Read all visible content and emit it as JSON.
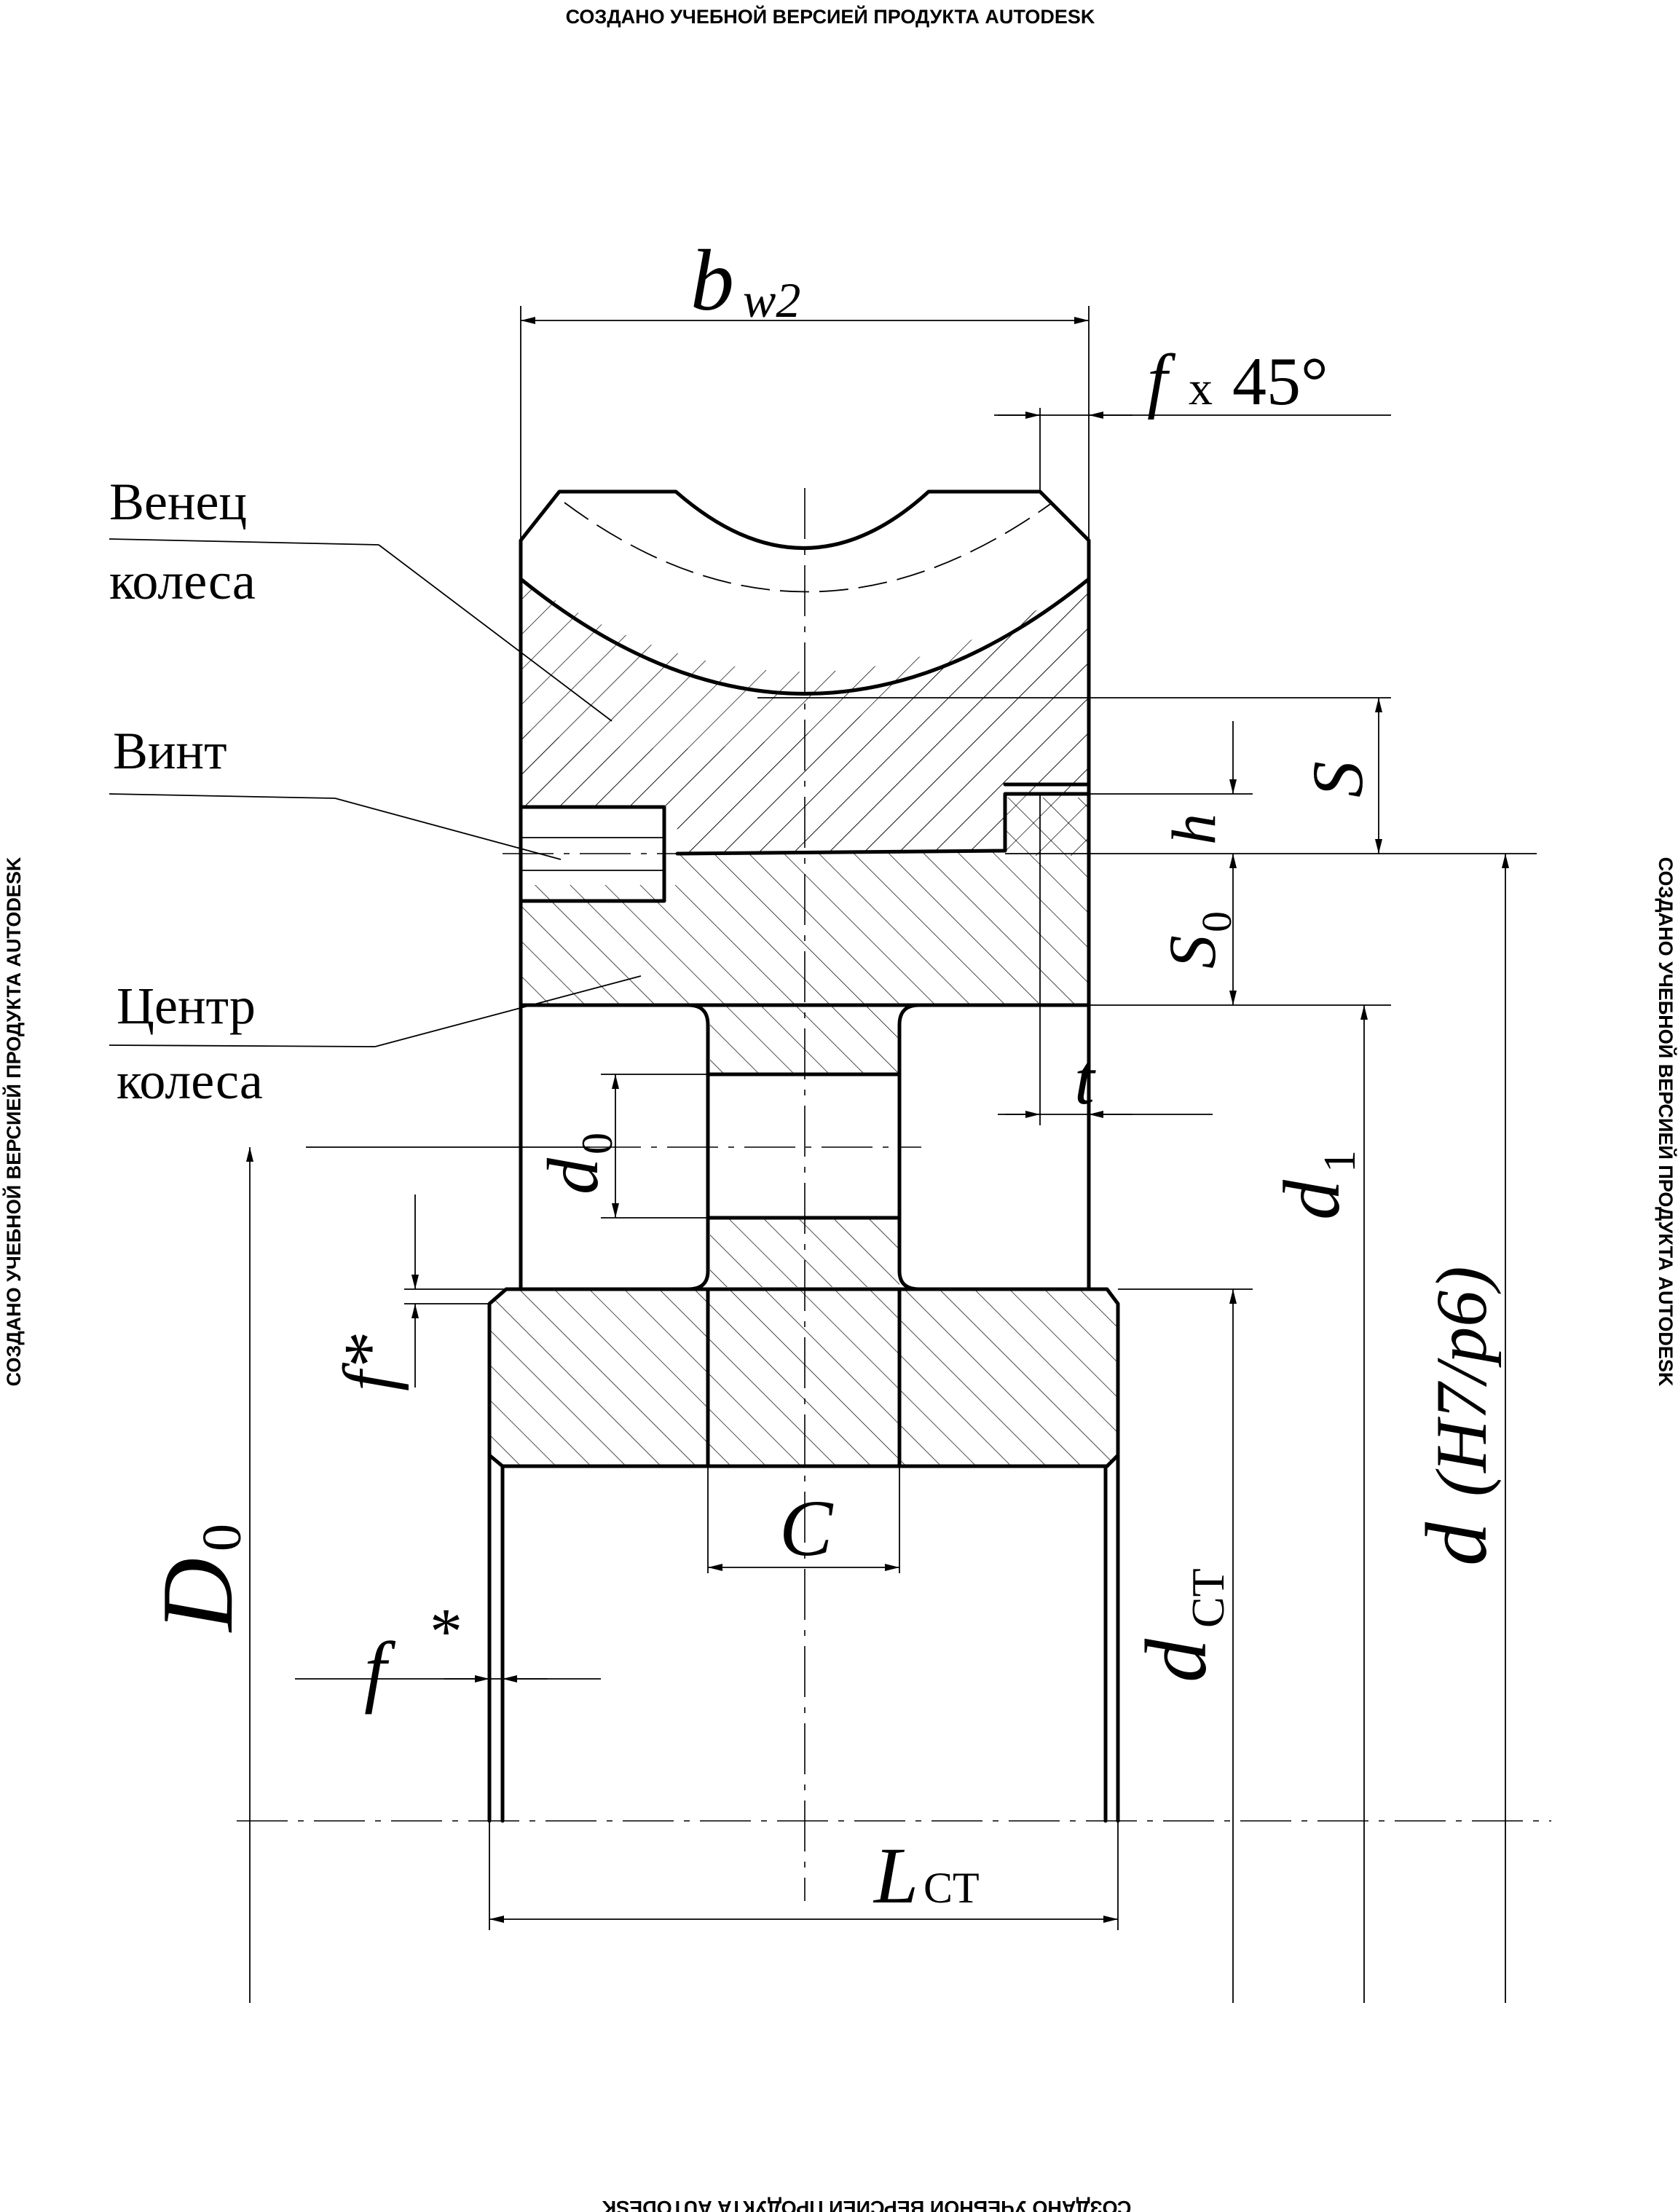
{
  "watermark": {
    "top": "СОЗДАНО УЧЕБНОЙ ВЕРСИЕЙ ПРОДУКТА AUTODESK",
    "bottom": "СОЗДАНО УЧЕБНОЙ ВЕРСИЕЙ ПРОДУКТА AUTODESK",
    "left": "СОЗДАНО УЧЕБНОЙ ВЕРСИЕЙ ПРОДУКТА AUTODESK",
    "right": "СОЗДАНО УЧЕБНОЙ ВЕРСИЕЙ ПРОДУКТА AUTODESK"
  },
  "labels": {
    "rim_line1": "Венец",
    "rim_line2": "колеса",
    "screw": "Винт",
    "center_line1": "Центр",
    "center_line2": "колеса"
  },
  "dimensions": {
    "bw2_main": "b",
    "bw2_sub": "w2",
    "chamfer_f": "f",
    "chamfer_x": "x",
    "chamfer_angle": "45°",
    "S": "S",
    "h": "h",
    "S0_main": "S",
    "S0_sub": "0",
    "t": "t",
    "d0_main": "d",
    "d0_sub": "0",
    "d1_main": "d",
    "d1_sub": "1",
    "fit_d": "d",
    "fit_spec": "(H7/p6)",
    "f_star_1": "f*",
    "f_star_2": "f",
    "star": "*",
    "D0_main": "D",
    "D0_sub": "0",
    "C": "C",
    "dst_main": "d",
    "dst_sub": "СТ",
    "Lst_main": "L",
    "Lst_sub": "СТ"
  }
}
